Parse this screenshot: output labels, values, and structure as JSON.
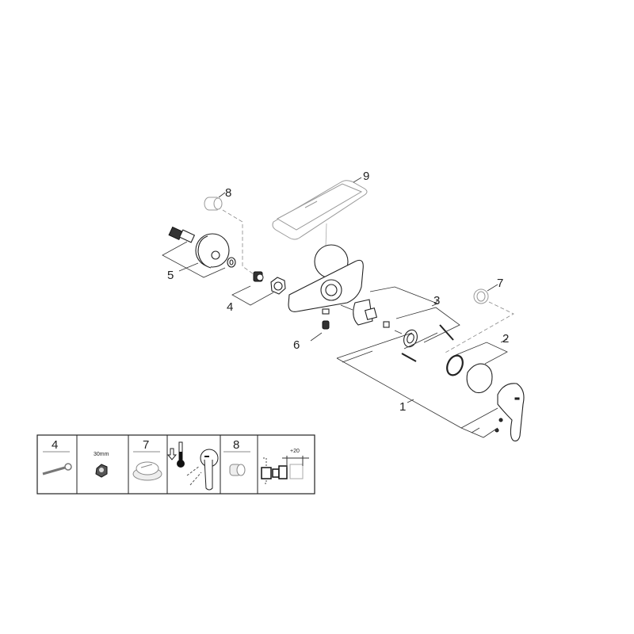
{
  "diagram": {
    "part_labels": [
      "1",
      "2",
      "3",
      "4",
      "5",
      "6",
      "7",
      "8",
      "9"
    ]
  },
  "legend_table": {
    "cells": [
      {
        "number": "4",
        "icon": "wrench-icon"
      },
      {
        "caption": "30mm",
        "icon": "hex-nut-icon"
      },
      {
        "number": "7",
        "icon": "cap-icon"
      },
      {
        "icon": "thermometer-lever-icon"
      },
      {
        "number": "8",
        "icon": "extension-piece-icon"
      },
      {
        "caption": "+20",
        "icon": "wall-extension-icon"
      }
    ]
  }
}
